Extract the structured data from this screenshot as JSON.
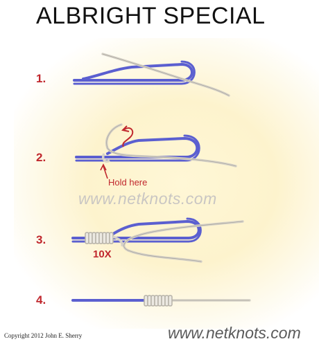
{
  "title": "ALBRIGHT SPECIAL",
  "steps": [
    {
      "label": "1."
    },
    {
      "label": "2.",
      "note": "Hold here"
    },
    {
      "label": "3.",
      "count": "10X"
    },
    {
      "label": "4."
    }
  ],
  "watermark": "www.netknots.com",
  "site_url": "www.netknots.com",
  "copyright": "Copyright  2012  John E. Sherry",
  "colors": {
    "heavy_line": "#5b5fd0",
    "light_line": "#d6d2c8",
    "accent": "#c0272d",
    "background_glow": "#fdf3cd"
  }
}
